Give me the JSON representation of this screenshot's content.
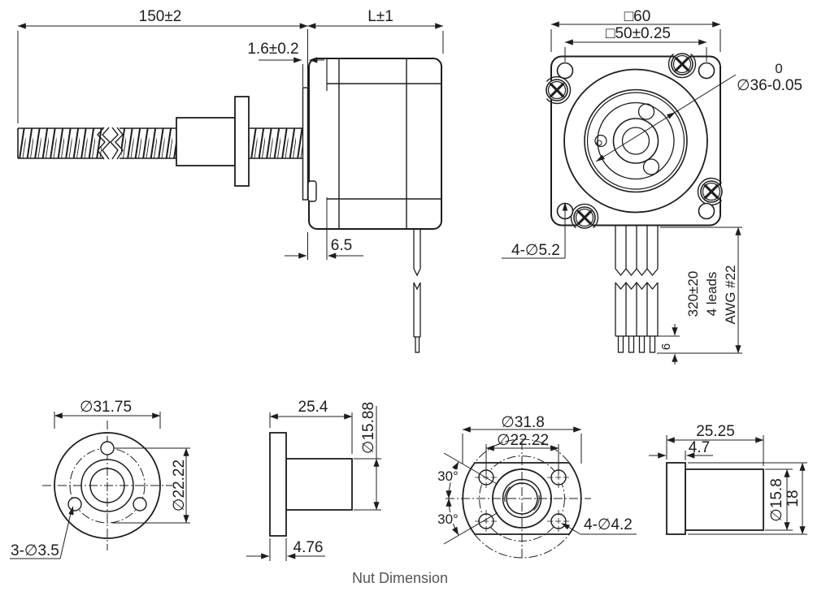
{
  "caption": "Nut Dimension",
  "views": {
    "motor_side": {
      "screw_length": "150±2",
      "motor_length": "L±1",
      "spacer_thickness": "1.6±0.2",
      "boss_depth": "6.5"
    },
    "motor_front": {
      "frame_size": "□60",
      "bolt_pattern": "□50±0.25",
      "pilot_tol_upper": "0",
      "pilot_diameter": "∅36-0.05",
      "mounting_holes": "4-∅5.2",
      "lead_length": "320±20",
      "lead_count": "4 leads",
      "lead_gauge": "AWG #22",
      "strip_length": "6"
    },
    "round_nut_front": {
      "outer_diameter": "∅31.75",
      "bolt_circle": "∅22.22",
      "holes": "3-∅3.5"
    },
    "round_nut_side": {
      "overall_length": "25.4",
      "body_diameter": "∅15.88",
      "flange_thickness": "4.76"
    },
    "ab_nut_front": {
      "outer_diameter": "∅31.8",
      "bolt_circle": "∅22.22",
      "angle_upper": "30°",
      "angle_lower": "30°",
      "holes": "4-∅4.2"
    },
    "ab_nut_side": {
      "overall_length": "25.25",
      "flange_thickness": "4.7",
      "body_diameter": "∅15.8",
      "flange_height": "18"
    }
  }
}
